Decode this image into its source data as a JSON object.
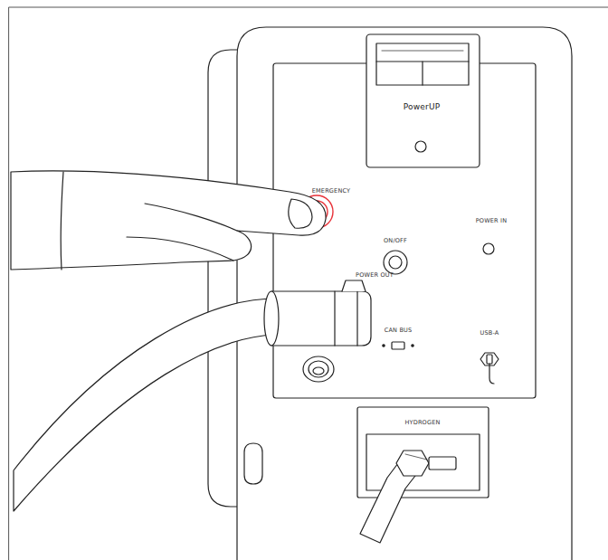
{
  "diagram": {
    "labels": [
      "PowerUP",
      "EMERGENCY",
      "ON/OFF",
      "POWER IN",
      "POWER OUT",
      "CAN BUS",
      "USB-A",
      "HYDROGEN"
    ]
  }
}
